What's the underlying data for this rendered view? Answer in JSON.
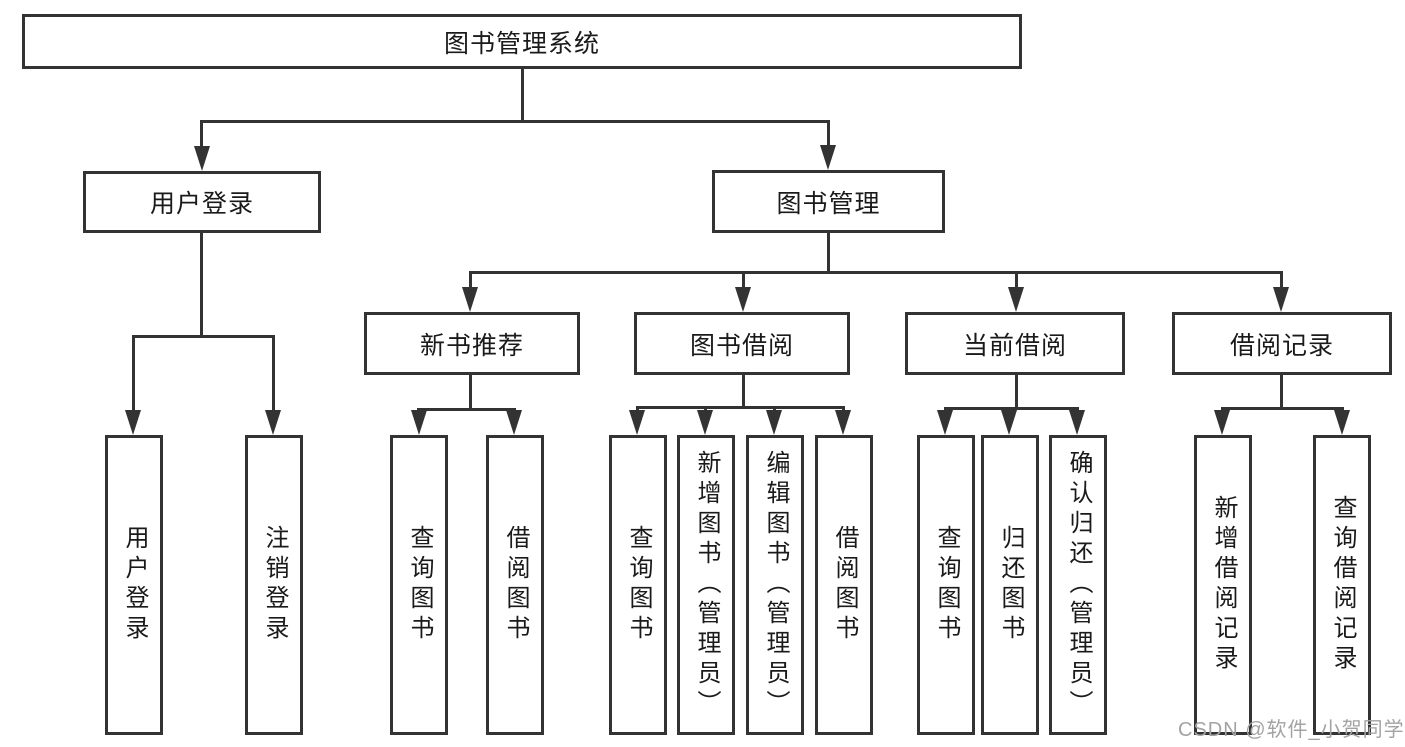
{
  "diagram": {
    "title": "图书管理系统",
    "type": "functional-structure-tree",
    "hierarchy": {
      "图书管理系统": {
        "用户登录": [
          "用户登录",
          "注销登录"
        ],
        "图书管理": {
          "新书推荐": [
            "查询图书",
            "借阅图书"
          ],
          "图书借阅": [
            "查询图书",
            "新增图书（管理员）",
            "编辑图书（管理员）",
            "借阅图书"
          ],
          "当前借阅": [
            "查询图书",
            "归还图书",
            "确认归还（管理员）"
          ],
          "借阅记录": [
            "新增借阅记录",
            "查询借阅记录"
          ]
        }
      }
    }
  },
  "nodes": {
    "root": "图书管理系统",
    "user_login": "用户登录",
    "book_management": "图书管理",
    "new_book_recommend": "新书推荐",
    "book_borrowing": "图书借阅",
    "current_borrowing": "当前借阅",
    "borrowing_records": "借阅记录",
    "leaf_user_login": "用户登录",
    "leaf_logout": "注销登录",
    "leaf_query_books_1": "查询图书",
    "leaf_borrow_books_1": "借阅图书",
    "leaf_query_books_2": "查询图书",
    "leaf_add_books_admin": "新增图书（管理员）",
    "leaf_edit_books_admin": "编辑图书（管理员）",
    "leaf_borrow_books_2": "借阅图书",
    "leaf_query_books_3": "查询图书",
    "leaf_return_books": "归还图书",
    "leaf_confirm_return_admin": "确认归还（管理员）",
    "leaf_add_borrow_record": "新增借阅记录",
    "leaf_query_borrow_record": "查询借阅记录"
  },
  "colors": {
    "line": "#333333",
    "text": "#1a1a1a",
    "background": "#ffffff",
    "watermark": "#a3a3a3"
  },
  "watermark": {
    "text": "CSDN @软件_小贺同学"
  }
}
